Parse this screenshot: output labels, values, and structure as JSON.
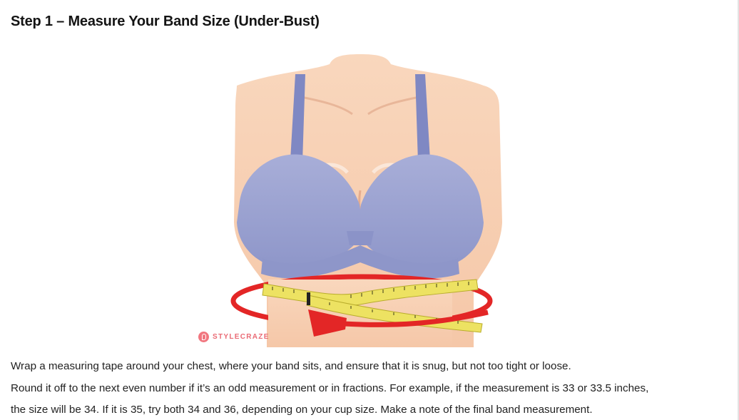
{
  "section": {
    "heading": "Step 1 – Measure Your Band Size (Under-Bust)"
  },
  "illustration": {
    "watermark": "STYLECRAZE",
    "watermark_icon": "stylecraze-logo-icon",
    "colors": {
      "skin": "#f7cfb2",
      "bra": "#9ba2d1",
      "tape": "#ede262",
      "arrow": "#e32626"
    }
  },
  "lines": [
    "Wrap a measuring tape around your chest, where your band sits, and ensure that it is snug, but not too tight or loose.",
    "Round it off to the next even number if it’s an odd measurement or in fractions. For example, if the measurement is 33 or 33.5 inches,",
    "the size will be 34. If it is 35, try both 34 and 36, depending on your cup size. Make a note of the final band measurement."
  ]
}
